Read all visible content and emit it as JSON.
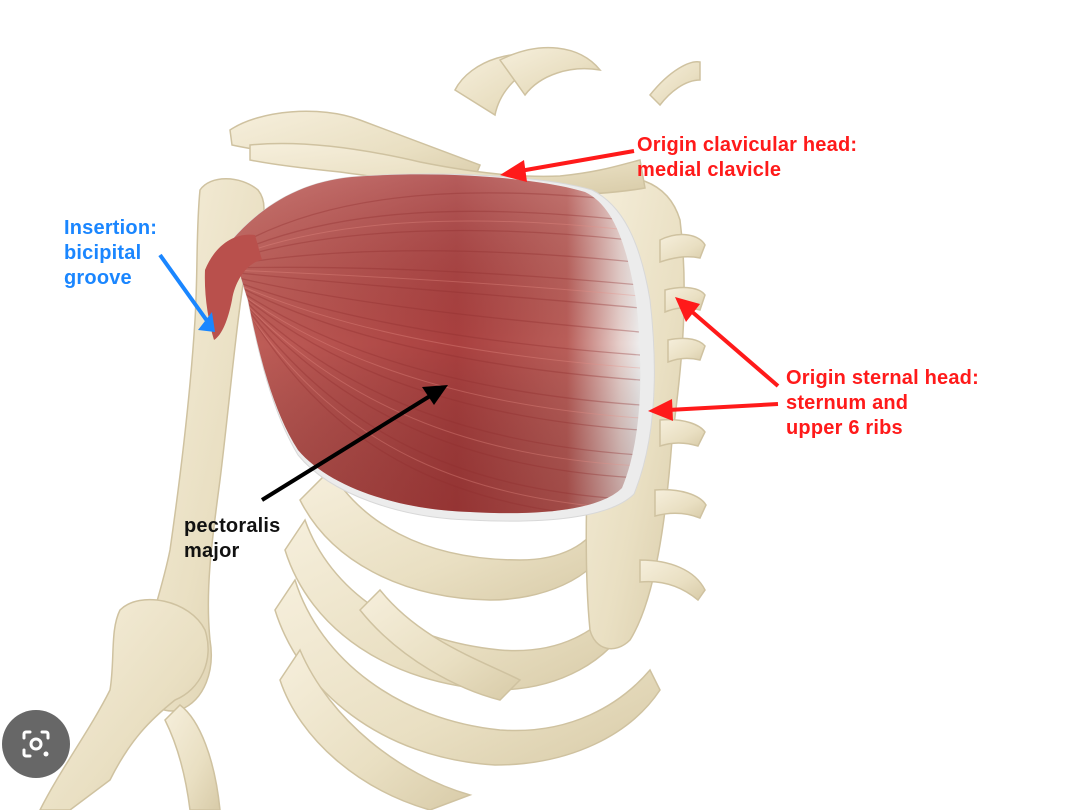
{
  "colors": {
    "insertion": "#1a86ff",
    "origin": "#ff1a1a",
    "muscle": "#bf5a55",
    "bone": "#ede3c8",
    "arrow_black": "#000000"
  },
  "labels": {
    "insertion": {
      "line1": "Insertion:",
      "line2": "bicipital",
      "line3": "groove"
    },
    "clavicular": {
      "line1": "Origin clavicular head:",
      "line2": "medial clavicle"
    },
    "sternal": {
      "line1": "Origin sternal head:",
      "line2": "sternum and",
      "line3": "upper 6 ribs"
    },
    "muscle": {
      "line1": "pectoralis",
      "line2": "major"
    }
  },
  "icons": {
    "lens": "camera-lens-icon"
  }
}
